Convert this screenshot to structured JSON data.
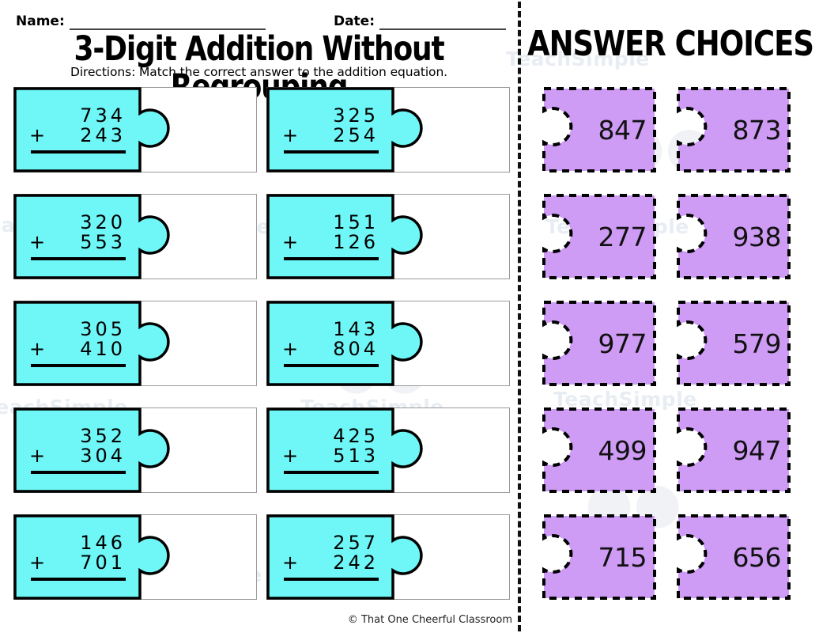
{
  "header": {
    "name_label": "Name:",
    "date_label": "Date:",
    "title": "3-Digit Addition Without Regrouping",
    "directions": "Directions: Match the correct answer to the addition equation."
  },
  "answer_bank": {
    "title": "ANSWER CHOICES"
  },
  "footer": {
    "copyright": "© That One Cheerful Classroom"
  },
  "colors": {
    "equation_piece_fill": "#6FF6F6",
    "answer_piece_fill": "#CE9BF5",
    "piece_outline": "#000000",
    "outer_box_outline": "#9A9A9A",
    "divider": "#111111"
  },
  "watermark": {
    "text": "TeachSimple",
    "owl_glyph": "●●"
  },
  "equations": [
    {
      "addend1": "734",
      "addend2": "243",
      "plus": "+"
    },
    {
      "addend1": "325",
      "addend2": "254",
      "plus": "+"
    },
    {
      "addend1": "320",
      "addend2": "553",
      "plus": "+"
    },
    {
      "addend1": "151",
      "addend2": "126",
      "plus": "+"
    },
    {
      "addend1": "305",
      "addend2": "410",
      "plus": "+"
    },
    {
      "addend1": "143",
      "addend2": "804",
      "plus": "+"
    },
    {
      "addend1": "352",
      "addend2": "304",
      "plus": "+"
    },
    {
      "addend1": "425",
      "addend2": "513",
      "plus": "+"
    },
    {
      "addend1": "146",
      "addend2": "701",
      "plus": "+"
    },
    {
      "addend1": "257",
      "addend2": "242",
      "plus": "+"
    }
  ],
  "answer_choices": [
    {
      "value": "847"
    },
    {
      "value": "873"
    },
    {
      "value": "277"
    },
    {
      "value": "938"
    },
    {
      "value": "977"
    },
    {
      "value": "579"
    },
    {
      "value": "499"
    },
    {
      "value": "947"
    },
    {
      "value": "715"
    },
    {
      "value": "656"
    }
  ]
}
